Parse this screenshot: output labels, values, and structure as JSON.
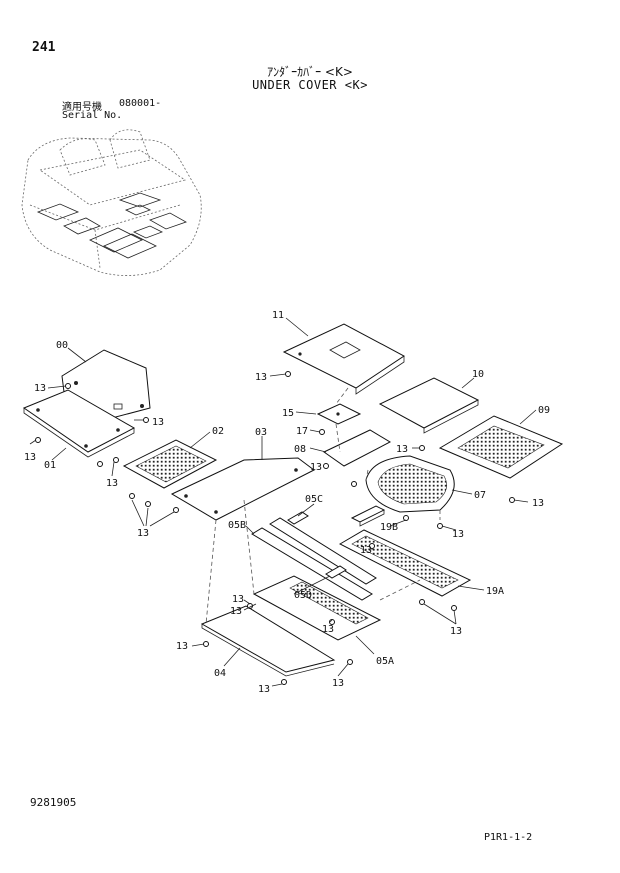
{
  "header": {
    "page_number": "241",
    "title_jp": "ｱﾝﾀﾞｰｶﾊﾞｰ <K>",
    "title_en": "UNDER COVER <K>",
    "serial_label_jp": "適用号機",
    "serial_value": "080001-",
    "serial_label_en": "Serial No."
  },
  "labels": {
    "p00": "00",
    "p01": "01",
    "p02": "02",
    "p03": "03",
    "p04": "04",
    "p05A": "05A",
    "p05B": "05B",
    "p05C": "05C",
    "p05D": "05D",
    "p07": "07",
    "p08": "08",
    "p09": "09",
    "p10": "10",
    "p11": "11",
    "p15": "15",
    "p17": "17",
    "p19A": "19A",
    "p19B": "19B",
    "bolt": "13"
  },
  "footer": {
    "document_number": "9281905",
    "reference_code": "P1R1-1-2"
  }
}
